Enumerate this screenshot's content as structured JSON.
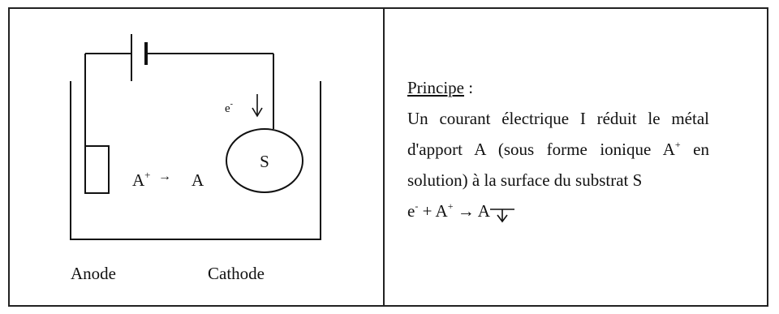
{
  "diagram": {
    "electron": "e",
    "electron_charge": "-",
    "substrate": "S",
    "ion_base": "A",
    "ion_charge": "+",
    "arrow": "→",
    "product": "A",
    "anode_label": "Anode",
    "cathode_label": "Cathode"
  },
  "principle": {
    "heading": "Principe",
    "colon": " :",
    "line1": "Un courant électrique I réduit le métal d'apport A (sous forme ionique A",
    "ion_charge": "+",
    "line2": " en solution) à la surface du substrat S",
    "equation": {
      "e": "e",
      "e_charge": "-",
      "plus": " + A",
      "a_charge": "+",
      "arrow": " → A"
    }
  }
}
